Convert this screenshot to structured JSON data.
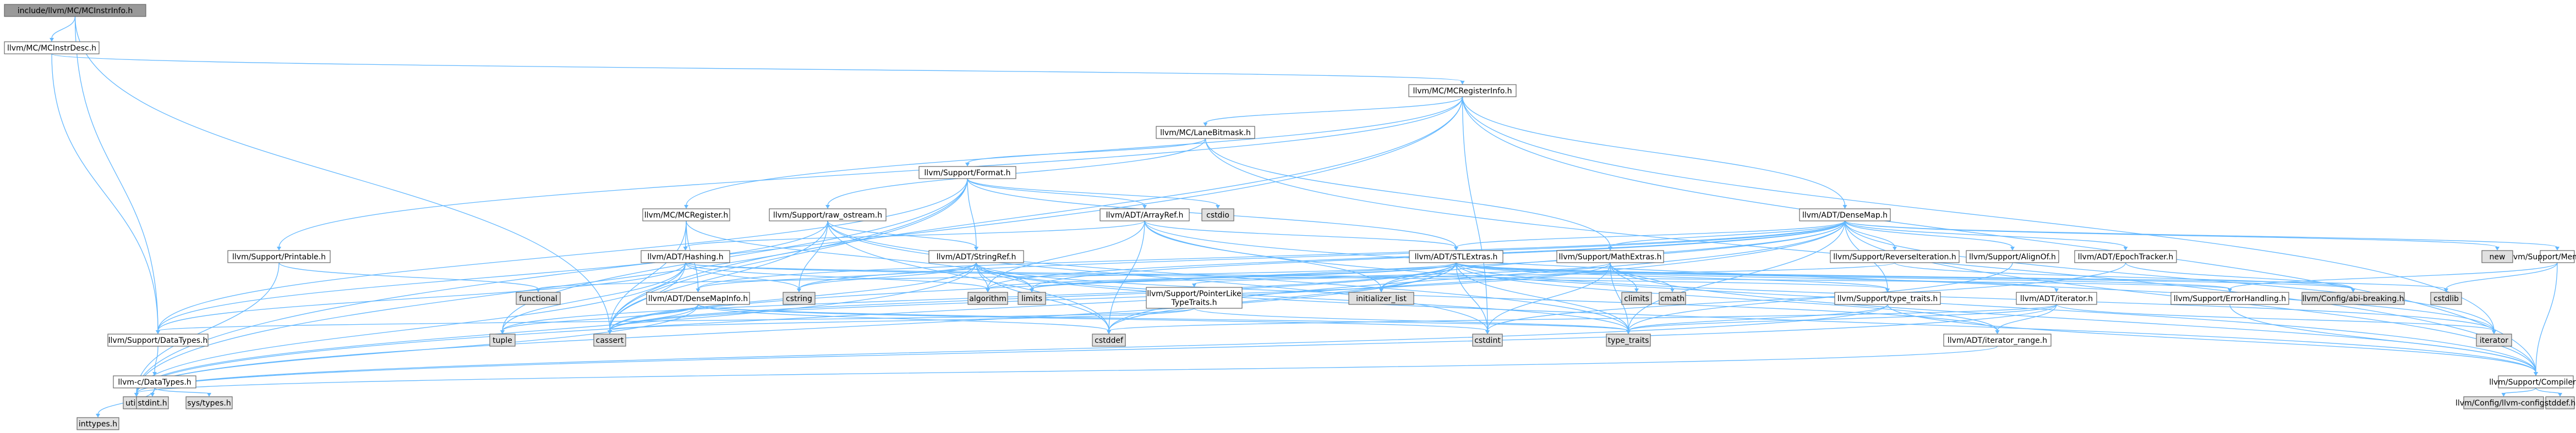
{
  "diagram": {
    "nodes": [
      {
        "id": "root",
        "label": "include/llvm/MC/MCInstrInfo.h",
        "kind": "current"
      },
      {
        "id": "instrdesc",
        "label": "llvm/MC/MCInstrDesc.h",
        "kind": "normal"
      },
      {
        "id": "reginfo",
        "label": "llvm/MC/MCRegisterInfo.h",
        "kind": "normal"
      },
      {
        "id": "lanebitmask",
        "label": "llvm/MC/LaneBitmask.h",
        "kind": "normal"
      },
      {
        "id": "format",
        "label": "llvm/Support/Format.h",
        "kind": "normal"
      },
      {
        "id": "densemap",
        "label": "llvm/ADT/DenseMap.h",
        "kind": "normal"
      },
      {
        "id": "mcregister",
        "label": "llvm/MC/MCRegister.h",
        "kind": "normal"
      },
      {
        "id": "rawostream",
        "label": "llvm/Support/raw_ostream.h",
        "kind": "truncated"
      },
      {
        "id": "arrayref",
        "label": "llvm/ADT/ArrayRef.h",
        "kind": "truncated"
      },
      {
        "id": "cstdio",
        "label": "cstdio",
        "kind": "system"
      },
      {
        "id": "printable",
        "label": "llvm/Support/Printable.h",
        "kind": "normal"
      },
      {
        "id": "hashing",
        "label": "llvm/ADT/Hashing.h",
        "kind": "truncated"
      },
      {
        "id": "stringref",
        "label": "llvm/ADT/StringRef.h",
        "kind": "truncated"
      },
      {
        "id": "stlextras",
        "label": "llvm/ADT/STLExtras.h",
        "kind": "truncated"
      },
      {
        "id": "mathextras",
        "label": "llvm/Support/MathExtras.h",
        "kind": "normal"
      },
      {
        "id": "reverseiter",
        "label": "llvm/Support/ReverseIteration.h",
        "kind": "normal"
      },
      {
        "id": "alignof",
        "label": "llvm/Support/AlignOf.h",
        "kind": "normal"
      },
      {
        "id": "epochtracker",
        "label": "llvm/ADT/EpochTracker.h",
        "kind": "normal"
      },
      {
        "id": "memalloc",
        "label": "llvm/Support/MemAlloc.h",
        "kind": "normal"
      },
      {
        "id": "new",
        "label": "new",
        "kind": "system"
      },
      {
        "id": "functional",
        "label": "functional",
        "kind": "system"
      },
      {
        "id": "densemapinfo",
        "label": "llvm/ADT/DenseMapInfo.h",
        "kind": "normal"
      },
      {
        "id": "cstring",
        "label": "cstring",
        "kind": "system"
      },
      {
        "id": "algorithm",
        "label": "algorithm",
        "kind": "system"
      },
      {
        "id": "limits",
        "label": "limits",
        "kind": "system"
      },
      {
        "id": "initlist",
        "label": "initializer_list",
        "kind": "system"
      },
      {
        "id": "pointerlike",
        "label": "llvm/Support/PointerLike\nTypeTraits.h",
        "kind": "normal"
      },
      {
        "id": "climits",
        "label": "climits",
        "kind": "system"
      },
      {
        "id": "cmath",
        "label": "cmath",
        "kind": "system"
      },
      {
        "id": "typetraitsh",
        "label": "llvm/Support/type_traits.h",
        "kind": "normal"
      },
      {
        "id": "adtiterator",
        "label": "llvm/ADT/iterator.h",
        "kind": "normal"
      },
      {
        "id": "errorhandling",
        "label": "llvm/Support/ErrorHandling.h",
        "kind": "normal"
      },
      {
        "id": "abibreaking",
        "label": "llvm/Config/abi-breaking.h",
        "kind": "system"
      },
      {
        "id": "cstdlib",
        "label": "cstdlib",
        "kind": "system"
      },
      {
        "id": "datatypes",
        "label": "llvm/Support/DataTypes.h",
        "kind": "normal"
      },
      {
        "id": "tuple",
        "label": "tuple",
        "kind": "system"
      },
      {
        "id": "cassert",
        "label": "cassert",
        "kind": "system"
      },
      {
        "id": "cstddef",
        "label": "cstddef",
        "kind": "system"
      },
      {
        "id": "cstdint",
        "label": "cstdint",
        "kind": "system"
      },
      {
        "id": "typetraits",
        "label": "type_traits",
        "kind": "system"
      },
      {
        "id": "iterrange",
        "label": "llvm/ADT/iterator_range.h",
        "kind": "normal"
      },
      {
        "id": "iterator",
        "label": "iterator",
        "kind": "system"
      },
      {
        "id": "compiler",
        "label": "llvm/Support/Compiler.h",
        "kind": "normal"
      },
      {
        "id": "llvmc",
        "label": "llvm-c/DataTypes.h",
        "kind": "normal"
      },
      {
        "id": "utility",
        "label": "utility",
        "kind": "system"
      },
      {
        "id": "llvmconfig",
        "label": "llvm/Config/llvm-config.h",
        "kind": "system"
      },
      {
        "id": "stddef",
        "label": "stddef.h",
        "kind": "system"
      },
      {
        "id": "inttypes",
        "label": "inttypes.h",
        "kind": "system"
      },
      {
        "id": "stdint",
        "label": "stdint.h",
        "kind": "system"
      },
      {
        "id": "systypes",
        "label": "sys/types.h",
        "kind": "system"
      }
    ],
    "edges": [
      [
        "root",
        "instrdesc"
      ],
      [
        "root",
        "cassert"
      ],
      [
        "root",
        "datatypes"
      ],
      [
        "instrdesc",
        "reginfo"
      ],
      [
        "instrdesc",
        "datatypes"
      ],
      [
        "reginfo",
        "lanebitmask"
      ],
      [
        "reginfo",
        "densemap"
      ],
      [
        "reginfo",
        "mcregister"
      ],
      [
        "reginfo",
        "printable"
      ],
      [
        "reginfo",
        "cassert"
      ],
      [
        "reginfo",
        "cstdint"
      ],
      [
        "reginfo",
        "iterator"
      ],
      [
        "reginfo",
        "utility"
      ],
      [
        "reginfo",
        "compiler"
      ],
      [
        "lanebitmask",
        "format"
      ],
      [
        "lanebitmask",
        "mathextras"
      ],
      [
        "lanebitmask",
        "rawostream"
      ],
      [
        "lanebitmask",
        "compiler"
      ],
      [
        "format",
        "arrayref"
      ],
      [
        "format",
        "stringref"
      ],
      [
        "format",
        "cstdio"
      ],
      [
        "format",
        "tuple"
      ],
      [
        "format",
        "utility"
      ],
      [
        "format",
        "datatypes"
      ],
      [
        "format",
        "stlextras"
      ],
      [
        "format",
        "cassert"
      ],
      [
        "densemap",
        "stlextras"
      ],
      [
        "densemap",
        "epochtracker"
      ],
      [
        "densemap",
        "alignof"
      ],
      [
        "densemap",
        "mathextras"
      ],
      [
        "densemap",
        "reverseiter"
      ],
      [
        "densemap",
        "memalloc"
      ],
      [
        "densemap",
        "new"
      ],
      [
        "densemap",
        "densemapinfo"
      ],
      [
        "densemap",
        "initlist"
      ],
      [
        "densemap",
        "algorithm"
      ],
      [
        "densemap",
        "cstring"
      ],
      [
        "densemap",
        "limits"
      ],
      [
        "densemap",
        "typetraits"
      ],
      [
        "densemap",
        "utility"
      ],
      [
        "densemap",
        "iterator"
      ],
      [
        "densemap",
        "compiler"
      ],
      [
        "densemap",
        "cassert"
      ],
      [
        "densemap",
        "cstddef"
      ],
      [
        "densemap",
        "typetraitsh"
      ],
      [
        "mcregister",
        "hashing"
      ],
      [
        "mcregister",
        "densemapinfo"
      ],
      [
        "mcregister",
        "cassert"
      ],
      [
        "mcregister",
        "limits"
      ],
      [
        "rawostream",
        "stringref"
      ],
      [
        "rawostream",
        "cassert"
      ],
      [
        "rawostream",
        "cstring"
      ],
      [
        "rawostream",
        "cstddef"
      ],
      [
        "rawostream",
        "cstdint"
      ],
      [
        "rawostream",
        "typetraits"
      ],
      [
        "rawostream",
        "datatypes"
      ],
      [
        "arrayref",
        "hashing"
      ],
      [
        "arrayref",
        "stlextras"
      ],
      [
        "arrayref",
        "compiler"
      ],
      [
        "arrayref",
        "algorithm"
      ],
      [
        "arrayref",
        "cstddef"
      ],
      [
        "arrayref",
        "initlist"
      ],
      [
        "arrayref",
        "iterator"
      ],
      [
        "printable",
        "functional"
      ],
      [
        "printable",
        "utility"
      ],
      [
        "hashing",
        "errorhandling"
      ],
      [
        "hashing",
        "datatypes"
      ],
      [
        "hashing",
        "tuple"
      ],
      [
        "hashing",
        "cassert"
      ],
      [
        "hashing",
        "cstring"
      ],
      [
        "hashing",
        "algorithm"
      ],
      [
        "hashing",
        "utility"
      ],
      [
        "hashing",
        "typetraitsh"
      ],
      [
        "stringref",
        "densemapinfo"
      ],
      [
        "stringref",
        "iterrange"
      ],
      [
        "stringref",
        "compiler"
      ],
      [
        "stringref",
        "algorithm"
      ],
      [
        "stringref",
        "cassert"
      ],
      [
        "stringref",
        "cstddef"
      ],
      [
        "stringref",
        "cstring"
      ],
      [
        "stringref",
        "limits"
      ],
      [
        "stringref",
        "typetraits"
      ],
      [
        "stringref",
        "utility"
      ],
      [
        "stlextras",
        "adtiterator"
      ],
      [
        "stlextras",
        "iterrange"
      ],
      [
        "stlextras",
        "errorhandling"
      ],
      [
        "stlextras",
        "abibreaking"
      ],
      [
        "stlextras",
        "typetraitsh"
      ],
      [
        "stlextras",
        "algorithm"
      ],
      [
        "stlextras",
        "cassert"
      ],
      [
        "stlextras",
        "cstddef"
      ],
      [
        "stlextras",
        "cstdint"
      ],
      [
        "stlextras",
        "cstdlib"
      ],
      [
        "stlextras",
        "functional"
      ],
      [
        "stlextras",
        "initlist"
      ],
      [
        "stlextras",
        "iterator"
      ],
      [
        "stlextras",
        "limits"
      ],
      [
        "stlextras",
        "tuple"
      ],
      [
        "stlextras",
        "typetraits"
      ],
      [
        "stlextras",
        "utility"
      ],
      [
        "mathextras",
        "compiler"
      ],
      [
        "mathextras",
        "climits"
      ],
      [
        "mathextras",
        "cmath"
      ],
      [
        "mathextras",
        "cstdint"
      ],
      [
        "mathextras",
        "cassert"
      ],
      [
        "mathextras",
        "limits"
      ],
      [
        "mathextras",
        "typetraits"
      ],
      [
        "reverseiter",
        "pointerlike"
      ],
      [
        "reverseiter",
        "abibreaking"
      ],
      [
        "alignof",
        "typetraits"
      ],
      [
        "epochtracker",
        "abibreaking"
      ],
      [
        "epochtracker",
        "cstdint"
      ],
      [
        "memalloc",
        "compiler"
      ],
      [
        "memalloc",
        "errorhandling"
      ],
      [
        "memalloc",
        "cstdlib"
      ],
      [
        "densemapinfo",
        "cassert"
      ],
      [
        "densemapinfo",
        "cstddef"
      ],
      [
        "densemapinfo",
        "cstdint"
      ],
      [
        "densemapinfo",
        "tuple"
      ],
      [
        "densemapinfo",
        "typetraits"
      ],
      [
        "densemapinfo",
        "utility"
      ],
      [
        "pointerlike",
        "datatypes"
      ],
      [
        "pointerlike",
        "cassert"
      ],
      [
        "pointerlike",
        "typetraits"
      ],
      [
        "typetraitsh",
        "typetraits"
      ],
      [
        "typetraitsh",
        "utility"
      ],
      [
        "typetraitsh",
        "compiler"
      ],
      [
        "adtiterator",
        "iterrange"
      ],
      [
        "adtiterator",
        "cstddef"
      ],
      [
        "adtiterator",
        "iterator"
      ],
      [
        "adtiterator",
        "typetraits"
      ],
      [
        "adtiterator",
        "utility"
      ],
      [
        "errorhandling",
        "compiler"
      ],
      [
        "datatypes",
        "llvmc"
      ],
      [
        "iterrange",
        "utility"
      ],
      [
        "compiler",
        "llvmconfig"
      ],
      [
        "compiler",
        "stddef"
      ],
      [
        "llvmc",
        "inttypes"
      ],
      [
        "llvmc",
        "stdint"
      ],
      [
        "llvmc",
        "systypes"
      ]
    ]
  },
  "colors": {
    "current_fill": "#999999",
    "normal_fill": "#ffffff",
    "system_fill": "#e0e0e0",
    "truncated_border": "#ff0000",
    "normal_border": "#666666",
    "edge": "#63b8ff",
    "text": "#000000"
  }
}
